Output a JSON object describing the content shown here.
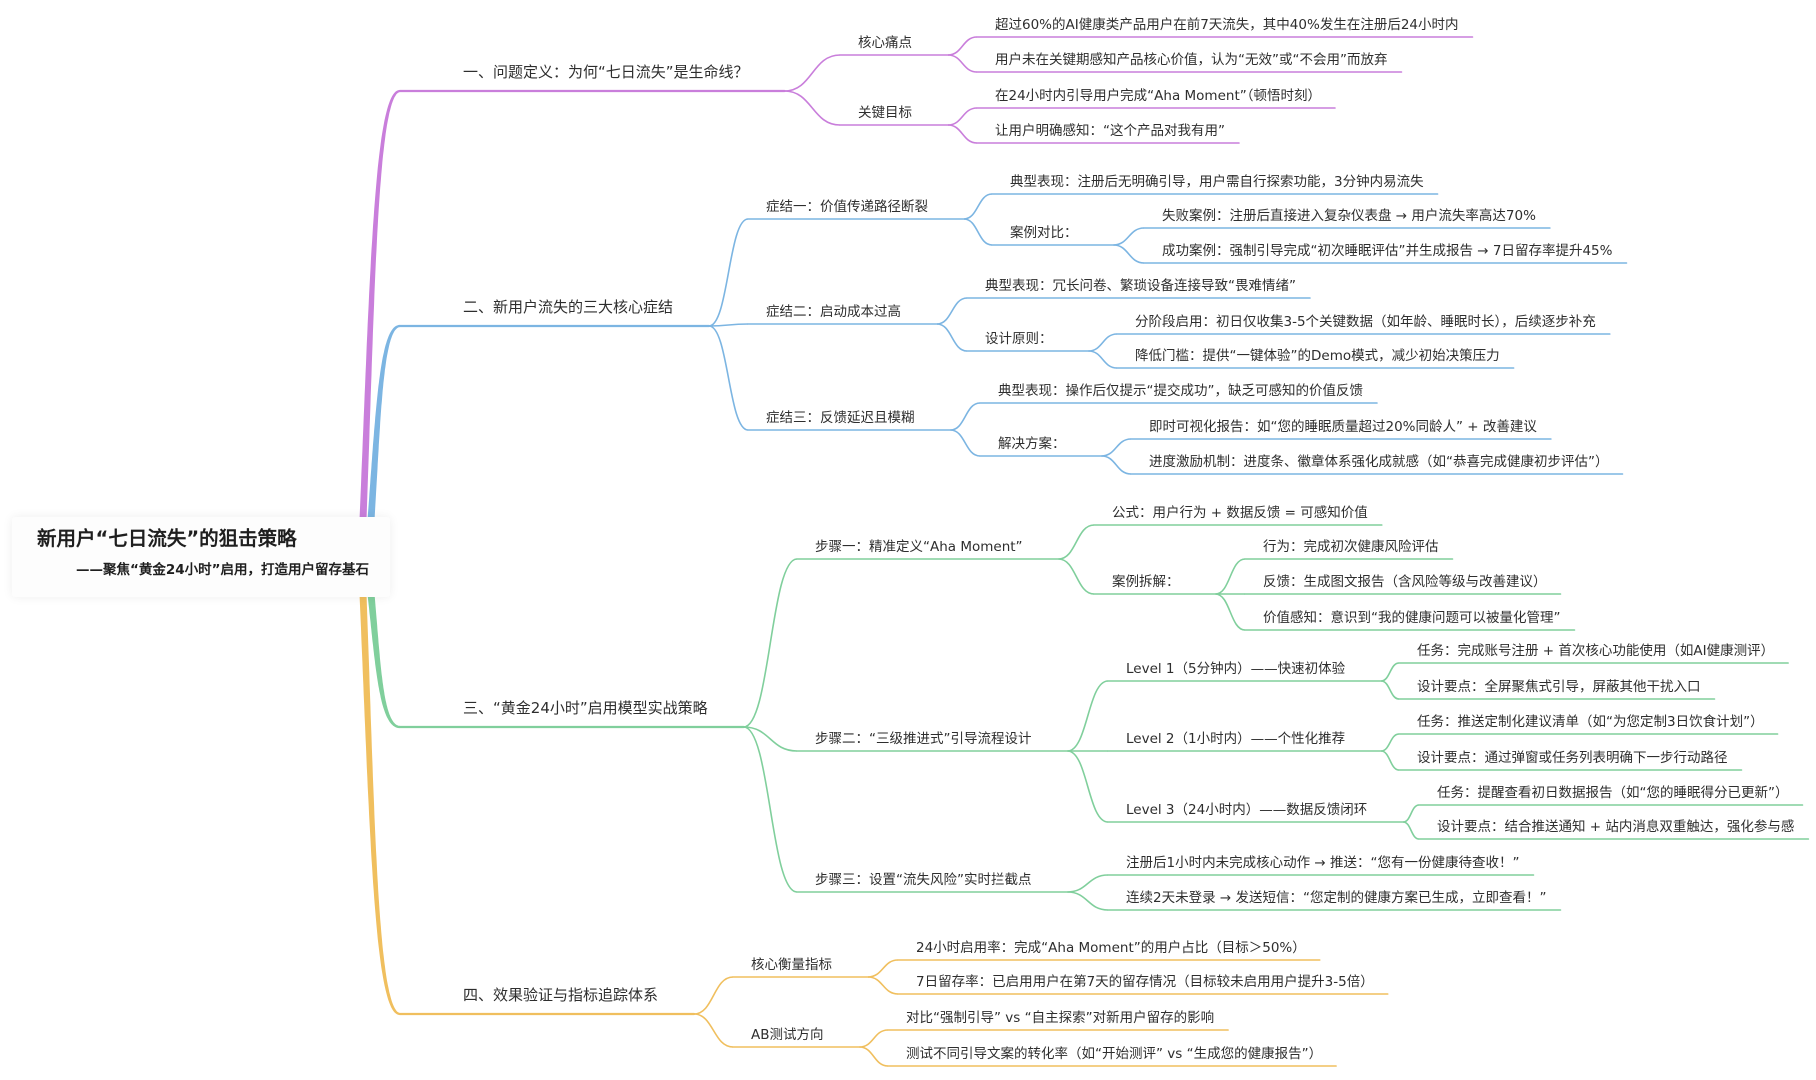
{
  "root": {
    "title": "新用户“七日流失”的狙击策略",
    "subtitle": "——聚焦“黄金24小时”启用，打造用户留存基石"
  },
  "branches": [
    {
      "label": "一、问题定义：为何“七日流失”是生命线？",
      "color": "#c97edb",
      "children": [
        {
          "label": "核心痛点",
          "children": [
            {
              "label": "超过60%的AI健康类产品用户在前7天流失，其中40%发生在注册后24小时内"
            },
            {
              "label": "用户未在关键期感知产品核心价值，认为“无效”或“不会用”而放弃"
            }
          ]
        },
        {
          "label": "关键目标",
          "children": [
            {
              "label": "在24小时内引导用户完成“Aha Moment”（顿悟时刻）"
            },
            {
              "label": "让用户明确感知：“这个产品对我有用”"
            }
          ]
        }
      ]
    },
    {
      "label": "二、新用户流失的三大核心症结",
      "color": "#7cb5e2",
      "children": [
        {
          "label": "症结一：价值传递路径断裂",
          "children": [
            {
              "label": "典型表现：注册后无明确引导，用户需自行探索功能，3分钟内易流失"
            },
            {
              "label": "案例对比：",
              "children": [
                {
                  "label": "失败案例：注册后直接进入复杂仪表盘 → 用户流失率高达70%"
                },
                {
                  "label": "成功案例：强制引导完成“初次睡眠评估”并生成报告 → 7日留存率提升45%"
                }
              ]
            }
          ]
        },
        {
          "label": "症结二：启动成本过高",
          "children": [
            {
              "label": "典型表现：冗长问卷、繁琐设备连接导致“畏难情绪”"
            },
            {
              "label": "设计原则：",
              "children": [
                {
                  "label": "分阶段启用：初日仅收集3-5个关键数据（如年龄、睡眠时长），后续逐步补充"
                },
                {
                  "label": "降低门槛：提供“一键体验”的Demo模式，减少初始决策压力"
                }
              ]
            }
          ]
        },
        {
          "label": "症结三：反馈延迟且模糊",
          "children": [
            {
              "label": "典型表现：操作后仅提示“提交成功”，缺乏可感知的价值反馈"
            },
            {
              "label": "解决方案：",
              "children": [
                {
                  "label": "即时可视化报告：如“您的睡眠质量超过20%同龄人” + 改善建议"
                },
                {
                  "label": "进度激励机制：进度条、徽章体系强化成就感（如“恭喜完成健康初步评估”）"
                }
              ]
            }
          ]
        }
      ]
    },
    {
      "label": "三、“黄金24小时”启用模型实战策略",
      "color": "#80cf9c",
      "children": [
        {
          "label": "步骤一：精准定义“Aha Moment”",
          "children": [
            {
              "label": "公式：用户行为 + 数据反馈 = 可感知价值"
            },
            {
              "label": "案例拆解：",
              "children": [
                {
                  "label": "行为：完成初次健康风险评估"
                },
                {
                  "label": "反馈：生成图文报告（含风险等级与改善建议）"
                },
                {
                  "label": "价值感知：意识到“我的健康问题可以被量化管理”"
                }
              ]
            }
          ]
        },
        {
          "label": "步骤二：“三级推进式”引导流程设计",
          "children": [
            {
              "label": "Level 1（5分钟内）——快速初体验",
              "children": [
                {
                  "label": "任务：完成账号注册 + 首次核心功能使用（如AI健康测评）"
                },
                {
                  "label": "设计要点：全屏聚焦式引导，屏蔽其他干扰入口"
                }
              ]
            },
            {
              "label": "Level 2（1小时内）——个性化推荐",
              "children": [
                {
                  "label": "任务：推送定制化建议清单（如“为您定制3日饮食计划”）"
                },
                {
                  "label": "设计要点：通过弹窗或任务列表明确下一步行动路径"
                }
              ]
            },
            {
              "label": "Level 3（24小时内）——数据反馈闭环",
              "children": [
                {
                  "label": "任务：提醒查看初日数据报告（如“您的睡眠得分已更新”）"
                },
                {
                  "label": "设计要点：结合推送通知 + 站内消息双重触达，强化参与感"
                }
              ]
            }
          ]
        },
        {
          "label": "步骤三：设置“流失风险”实时拦截点",
          "children": [
            {
              "label": "注册后1小时内未完成核心动作 → 推送：“您有一份健康待查收！”"
            },
            {
              "label": "连续2天未登录 → 发送短信：“您定制的健康方案已生成，立即查看！”"
            }
          ]
        }
      ]
    },
    {
      "label": "四、效果验证与指标追踪体系",
      "color": "#f0bf5e",
      "children": [
        {
          "label": "核心衡量指标",
          "children": [
            {
              "label": "24小时启用率：完成“Aha Moment”的用户占比（目标＞50%）"
            },
            {
              "label": "7日留存率：已启用用户在第7天的留存情况（目标较未启用用户提升3-5倍）"
            }
          ]
        },
        {
          "label": "AB测试方向",
          "children": [
            {
              "label": "对比“强制引导” vs “自主探索”对新用户留存的影响"
            },
            {
              "label": "测试不同引导文案的转化率（如“开始测评” vs “生成您的健康报告”）"
            }
          ]
        }
      ]
    }
  ]
}
